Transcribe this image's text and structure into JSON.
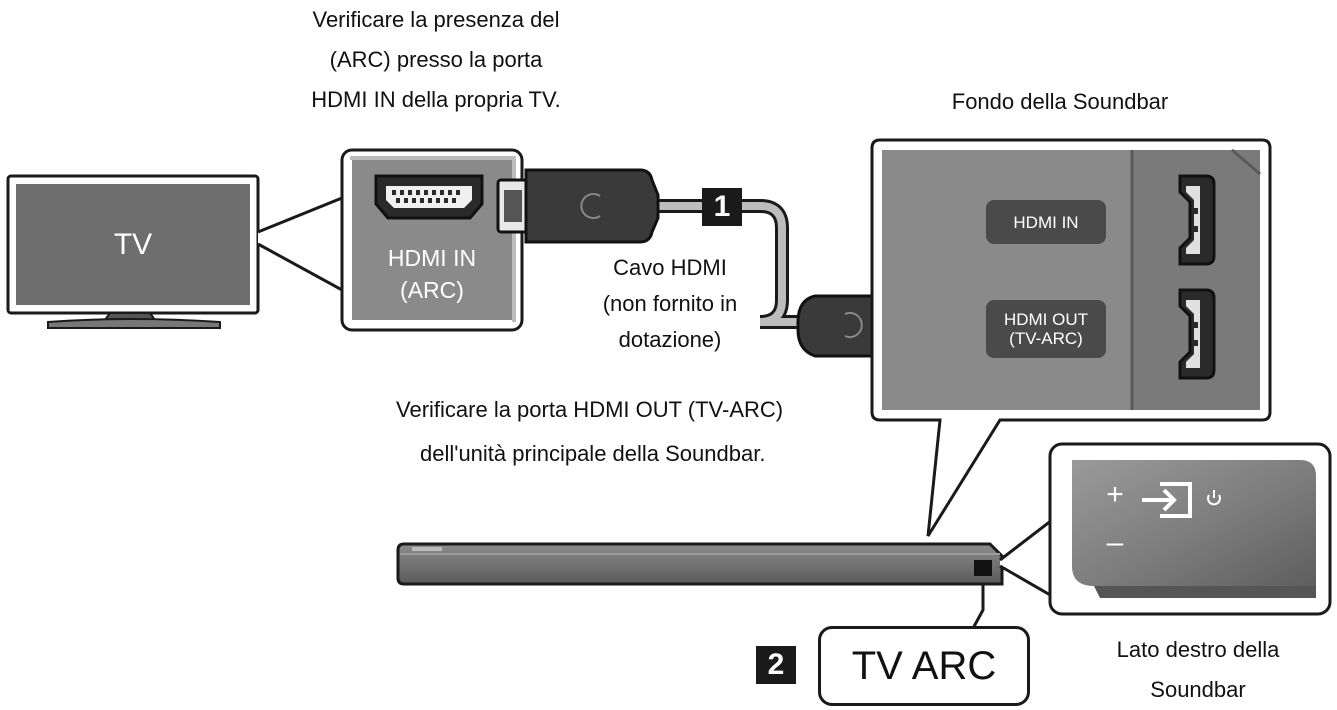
{
  "tv": {
    "label": "TV"
  },
  "tv_port": {
    "caption_lines": [
      "Verificare la presenza del",
      "(ARC) presso la porta",
      "HDMI IN della propria TV."
    ],
    "port_label_lines": [
      "HDMI IN",
      "(ARC)"
    ]
  },
  "cable": {
    "step": "1",
    "caption_lines": [
      "Cavo HDMI",
      "(non fornito in",
      "dotazione)"
    ]
  },
  "soundbar_bottom": {
    "title": "Fondo della Soundbar",
    "hdmi_in_label": "HDMI IN",
    "hdmi_out_label_lines": [
      "HDMI OUT",
      "(TV-ARC)"
    ]
  },
  "soundbar_check": {
    "caption_lines": [
      "Verificare la porta HDMI OUT (TV-ARC)",
      "dell'unità principale della Soundbar."
    ]
  },
  "soundbar_side": {
    "caption_lines": [
      "Lato destro della",
      "Soundbar"
    ],
    "plus": "+",
    "minus": "–"
  },
  "mode": {
    "step": "2",
    "label": "TV ARC"
  },
  "colors": {
    "panel_gray": "#8a8a8a",
    "device_gray": "#6e6e6e",
    "cable_dark": "#3a3a3a",
    "cable_light": "#bdbdbd",
    "outline": "#1a1a1a"
  }
}
